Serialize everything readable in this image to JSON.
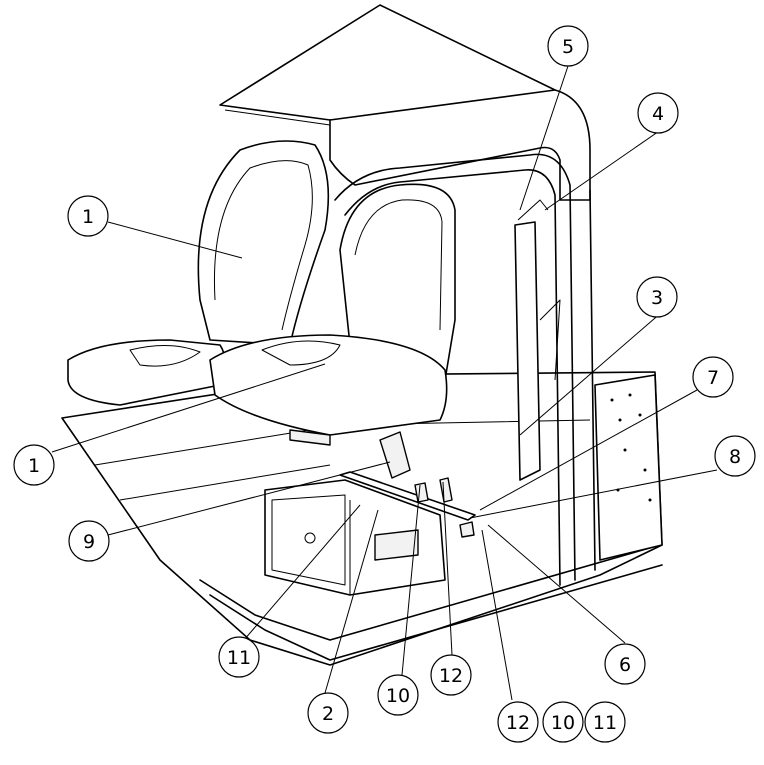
{
  "callouts": [
    {
      "label": "1"
    },
    {
      "label": "1"
    },
    {
      "label": "2"
    },
    {
      "label": "3"
    },
    {
      "label": "4"
    },
    {
      "label": "5"
    },
    {
      "label": "6"
    },
    {
      "label": "7"
    },
    {
      "label": "8"
    },
    {
      "label": "9"
    },
    {
      "label": "10"
    },
    {
      "label": "10"
    },
    {
      "label": "11"
    },
    {
      "label": "11"
    },
    {
      "label": "12"
    },
    {
      "label": "12"
    }
  ]
}
